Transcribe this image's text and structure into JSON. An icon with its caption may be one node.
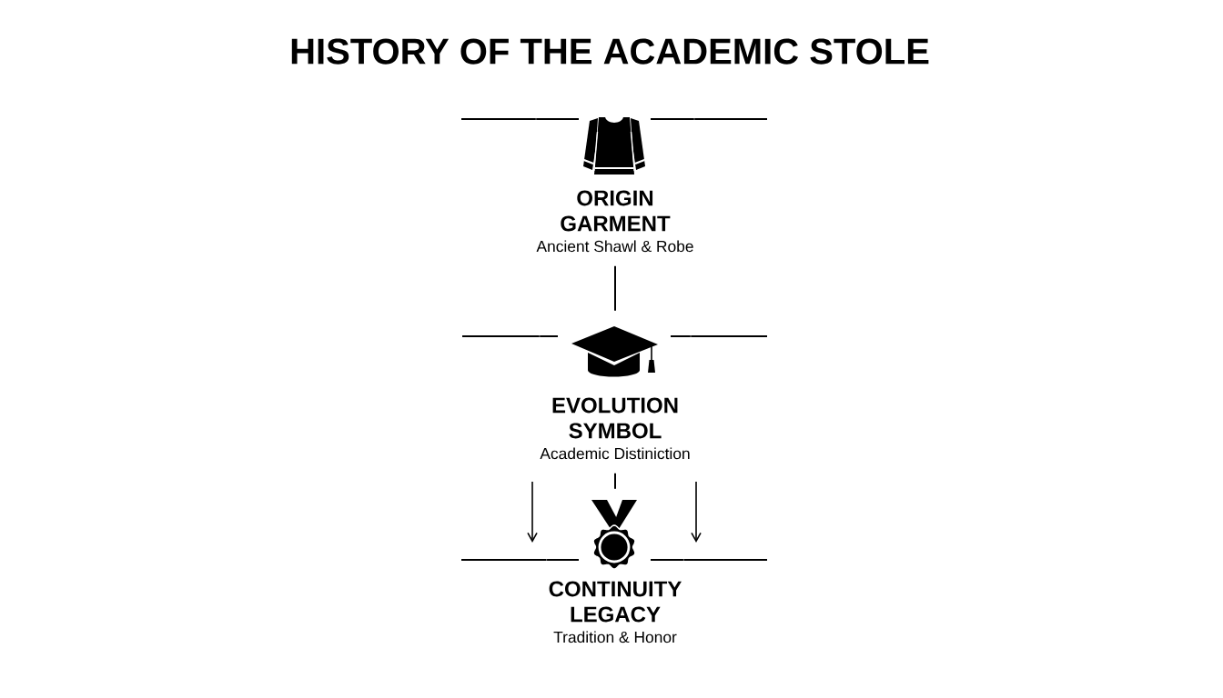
{
  "diagram": {
    "title": "HISTORY OF THE ACADEMIC STOLE",
    "nodes": [
      {
        "text": [
          "ORIGIN GARMENT",
          "Ancient Shawl & Robe"
        ]
      },
      {
        "text": [
          "EVOLUTION SYMBOL",
          "Academic Distiniction"
        ]
      },
      {
        "text": [
          "CONTINUITY LEGACY",
          "Tradition & Honor"
        ]
      }
    ],
    "edges": [
      {
        "from": 0,
        "to": 1,
        "arrow": "none"
      },
      {
        "from": 1,
        "to": 2,
        "arrow": "none"
      }
    ]
  }
}
